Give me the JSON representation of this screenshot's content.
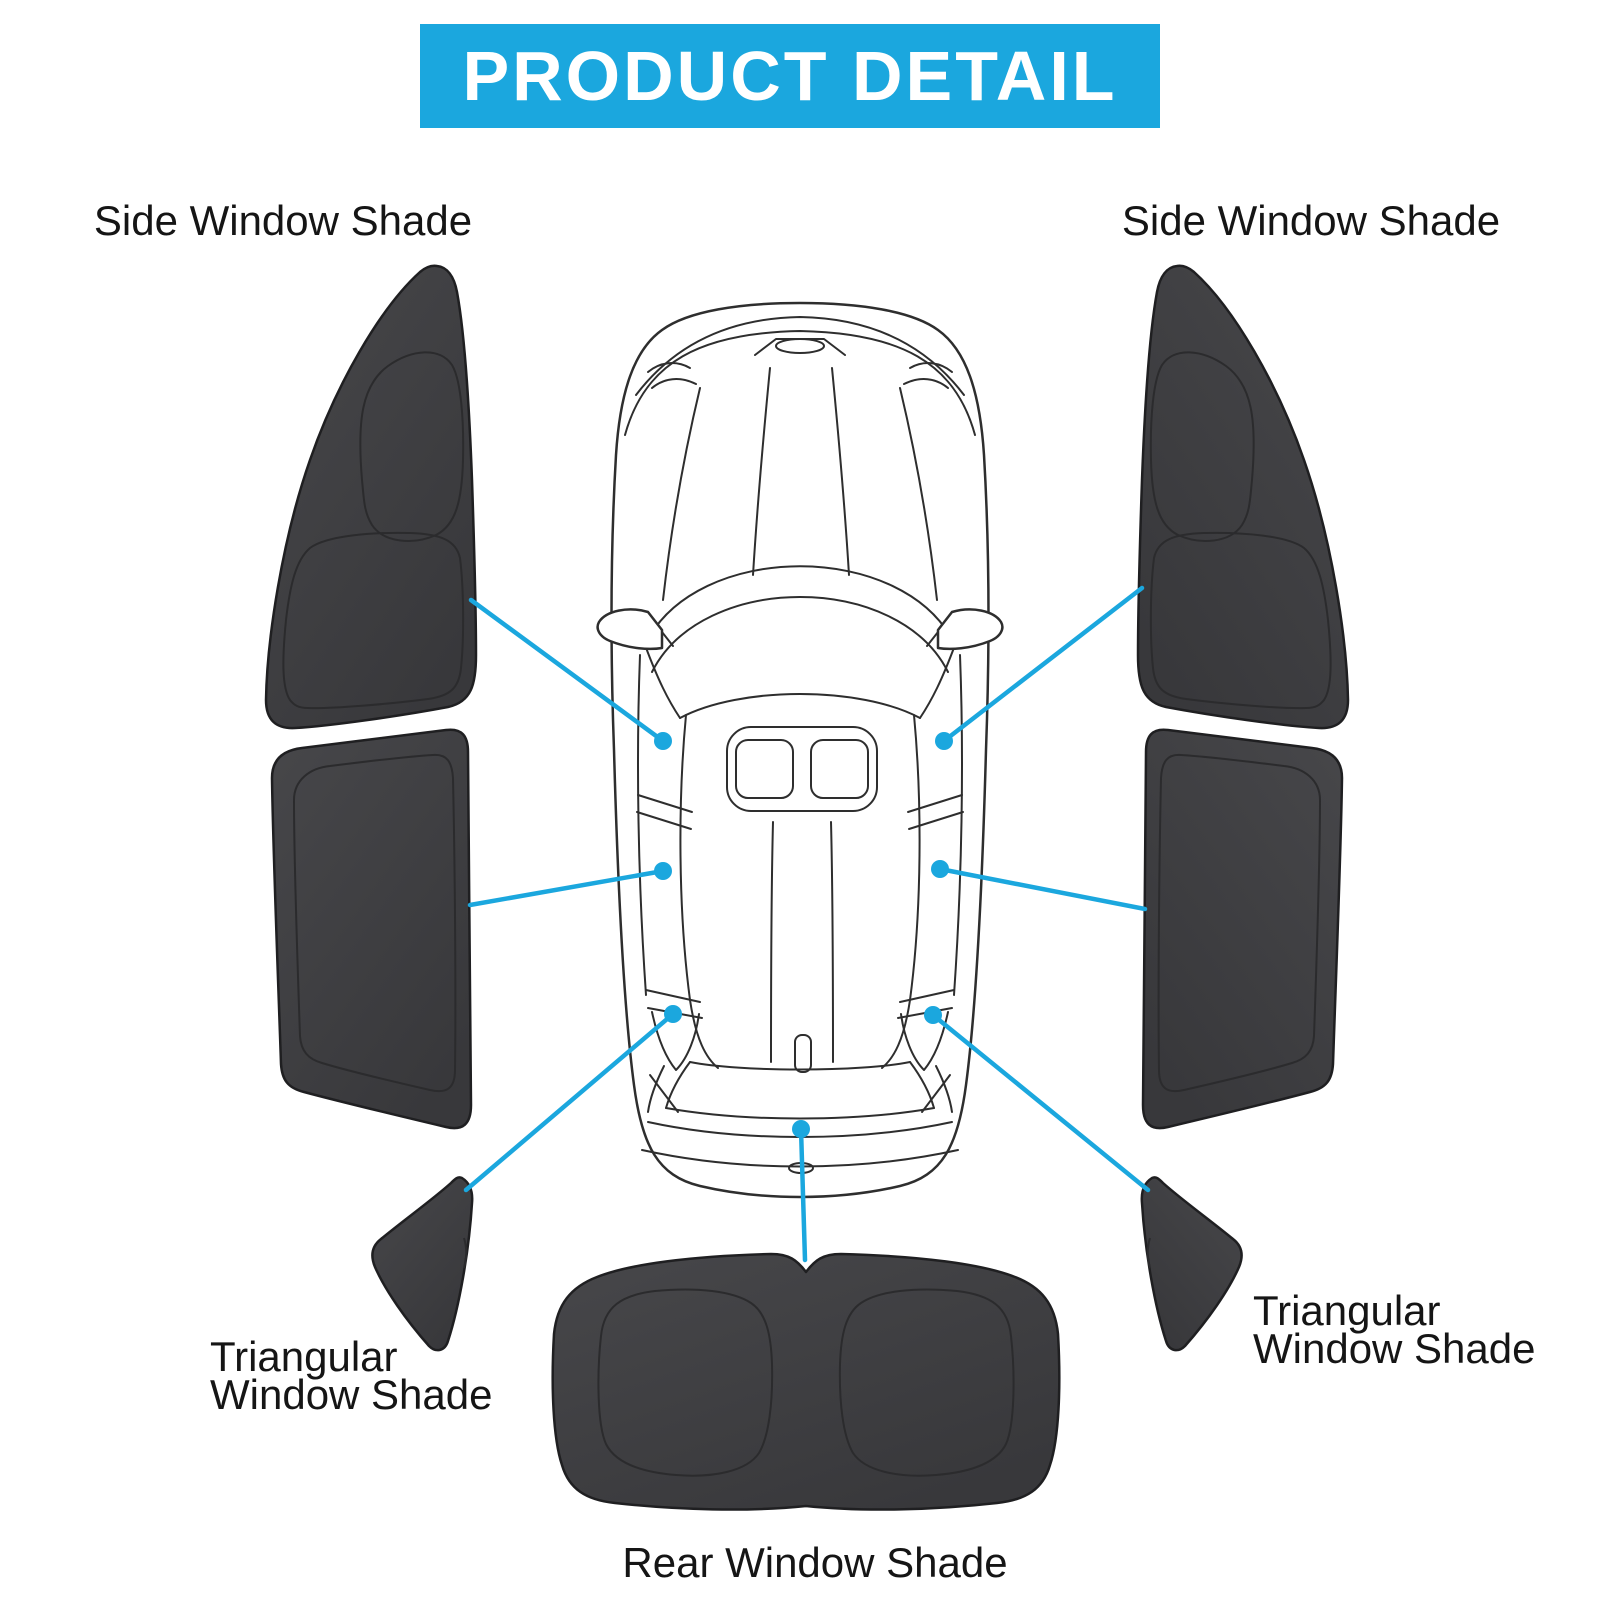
{
  "title_banner": {
    "label": "PRODUCT DETAIL"
  },
  "callouts": {
    "side_window_left": {
      "label": "Side Window Shade"
    },
    "side_window_right": {
      "label": "Side Window Shade"
    },
    "triangular_left": {
      "line1": "Triangular",
      "line2": "Window Shade"
    },
    "triangular_right": {
      "line1": "Triangular",
      "line2": "Window Shade"
    },
    "rear_window": {
      "label": "Rear Window Shade"
    }
  },
  "colors": {
    "accent": "#1BA7DE",
    "banner_text": "#FFFFFF",
    "label_text": "#151515",
    "shade_fill": "#3D3D3F",
    "shade_fill_light": "#47474A",
    "shade_edge": "#1F1F21",
    "shade_stitch": "#2B2B2D",
    "car_line": "#2E2E2E",
    "background": "#FFFFFF"
  }
}
